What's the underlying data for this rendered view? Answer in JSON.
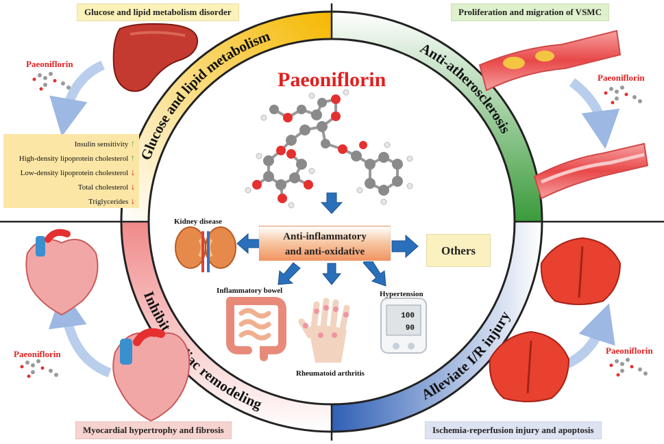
{
  "title": "Paeoniflorin",
  "drug_label": "Paeoniflorin",
  "corner_boxes": {
    "top_left": "Glucose and lipid metabolism disorder",
    "top_right": "Proliferation and migration of VSMC",
    "bottom_left": "Myocardial hypertrophy and fibrosis",
    "bottom_right": "Ischemia-reperfusion injury and apoptosis"
  },
  "ring_labels": {
    "top_left": "Glucose and lipid metabolism",
    "top_right": "Anti-atherosclerosis",
    "bottom_left": "Inhibit cardiac remodeling",
    "bottom_right": "Alleviate I/R injury"
  },
  "lipid_effects": [
    {
      "label": "Insulin sensitivity",
      "direction": "up"
    },
    {
      "label": "High-density lipoprotein cholesterol",
      "direction": "up"
    },
    {
      "label": "Low-density lipoprotein cholesterol",
      "direction": "down"
    },
    {
      "label": "Total cholesterol",
      "direction": "down"
    },
    {
      "label": "Triglycerides",
      "direction": "down"
    }
  ],
  "center": {
    "anti_line1": "Anti-inflammatory",
    "anti_line2": "and anti-oxidative",
    "others": "Others",
    "kidney": "Kidney disease",
    "bowel": "Inflammatory bowel",
    "ra": "Rheumatoid arthritis",
    "hypertension": "Hypertension",
    "bp_sys": "100",
    "bp_dia": "90"
  },
  "colors": {
    "yellow": "#f5b800",
    "green": "#3a9a3a",
    "pink": "#f08a8a",
    "blue": "#2f5fb5",
    "red_text": "#e02020",
    "arrow_blue": "#2a6fba"
  }
}
